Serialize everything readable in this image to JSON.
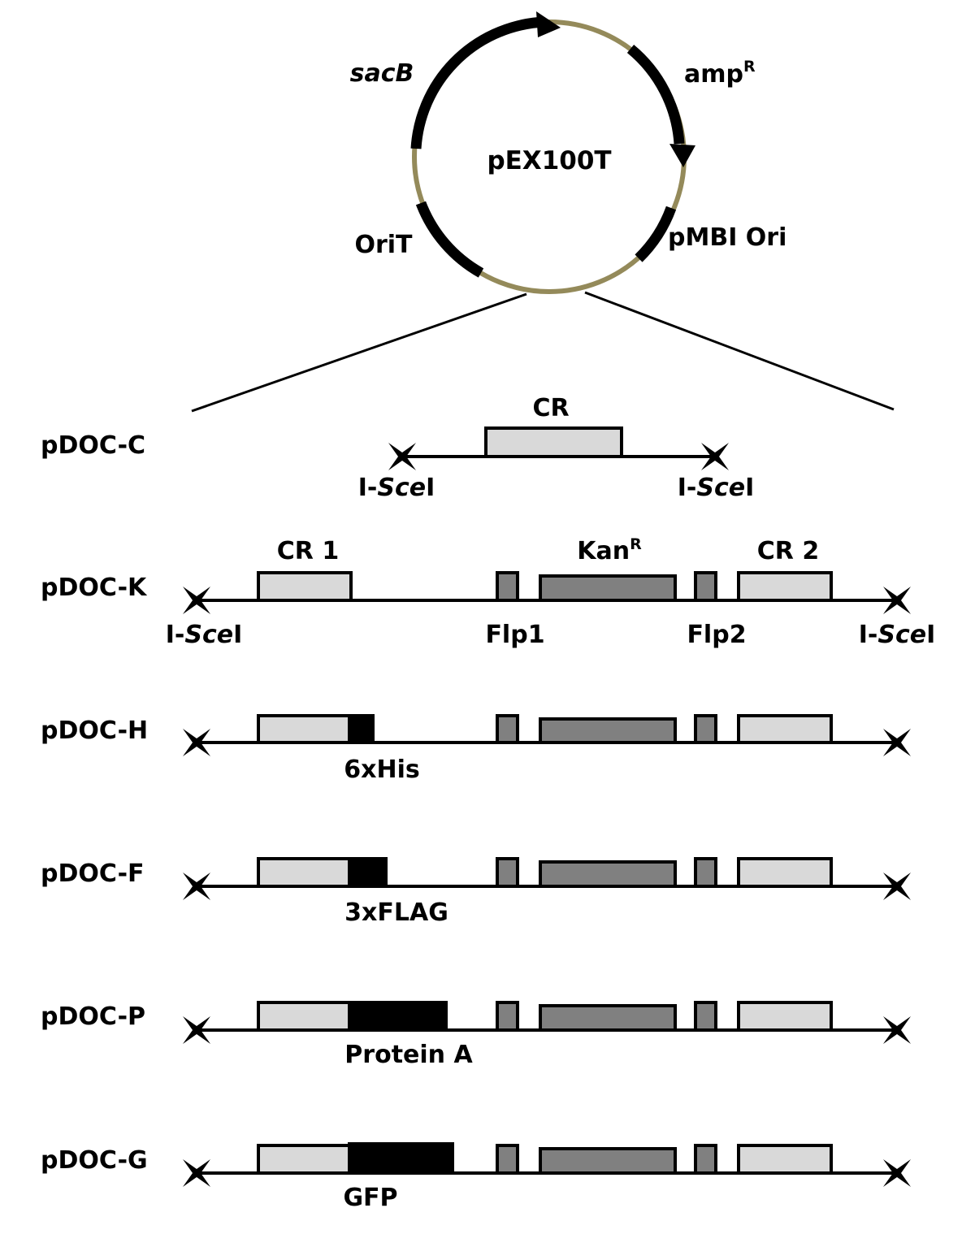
{
  "plasmid": {
    "name": "pEX100T",
    "backbone_color": "#948a5a",
    "features": [
      {
        "id": "sacB",
        "prefix": "",
        "italic": "sacB",
        "suffix": "",
        "superscript": ""
      },
      {
        "id": "ampR",
        "prefix": "amp",
        "italic": "",
        "suffix": "",
        "superscript": "R"
      },
      {
        "id": "oriT",
        "prefix": "OriT",
        "italic": "",
        "suffix": "",
        "superscript": ""
      },
      {
        "id": "pmbi",
        "prefix": "pMBI Ori",
        "italic": "",
        "suffix": "",
        "superscript": ""
      }
    ]
  },
  "colors": {
    "cr_fill": "#d9d9d9",
    "kan_fill": "#808080",
    "tag_fill": "#000000",
    "line": "#000000"
  },
  "isce_label": {
    "prefix": "I-",
    "italic": "Sce",
    "suffix": "I"
  },
  "cassettes": [
    {
      "name": "pDOC-C",
      "labels": {
        "cr": "CR"
      }
    },
    {
      "name": "pDOC-K",
      "labels": {
        "cr1": "CR 1",
        "kan": "Kan",
        "kan_sup": "R",
        "cr2": "CR 2",
        "flp1": "Flp1",
        "flp2": "Flp2"
      }
    },
    {
      "name": "pDOC-H",
      "tag": "6xHis"
    },
    {
      "name": "pDOC-F",
      "tag": "3xFLAG"
    },
    {
      "name": "pDOC-P",
      "tag": "Protein A"
    },
    {
      "name": "pDOC-G",
      "tag": "GFP"
    }
  ]
}
